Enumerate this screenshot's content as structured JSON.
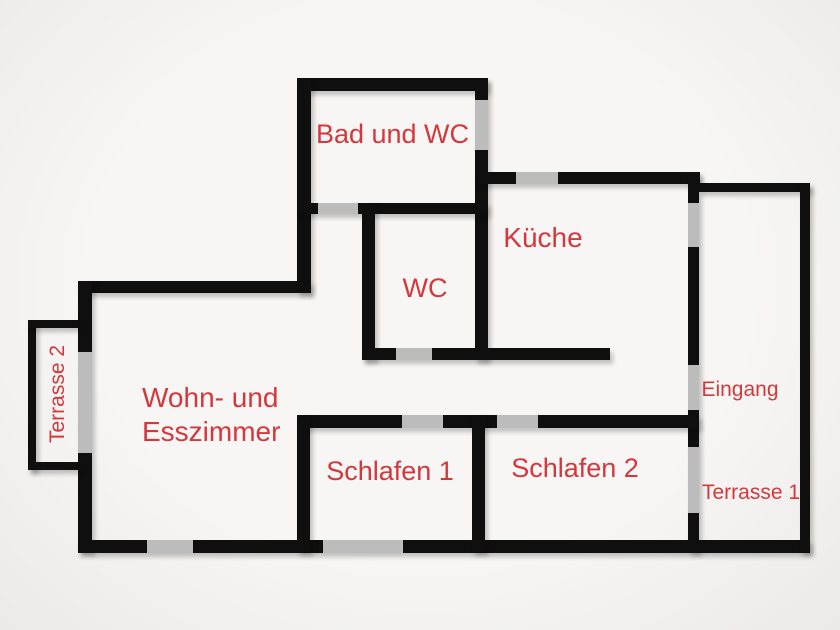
{
  "diagram_type": "floor-plan",
  "colors": {
    "background": "#f5f4f3",
    "wall": "#0f0f0f",
    "opening_gray": "#bcbcbc",
    "label_red": "#d4373c"
  },
  "rooms": {
    "bad": {
      "label": "Bad und WC"
    },
    "kueche": {
      "label": "Küche"
    },
    "wc": {
      "label": "WC"
    },
    "wohnzimmer": {
      "label_line1": "Wohn- und",
      "label_line2": "Esszimmer"
    },
    "schlafen1": {
      "label": "Schlafen 1"
    },
    "schlafen2": {
      "label": "Schlafen 2"
    },
    "eingang": {
      "label": "Eingang"
    },
    "terrasse1": {
      "label": "Terrasse 1"
    },
    "terrasse2": {
      "label": "Terrasse 2"
    }
  }
}
